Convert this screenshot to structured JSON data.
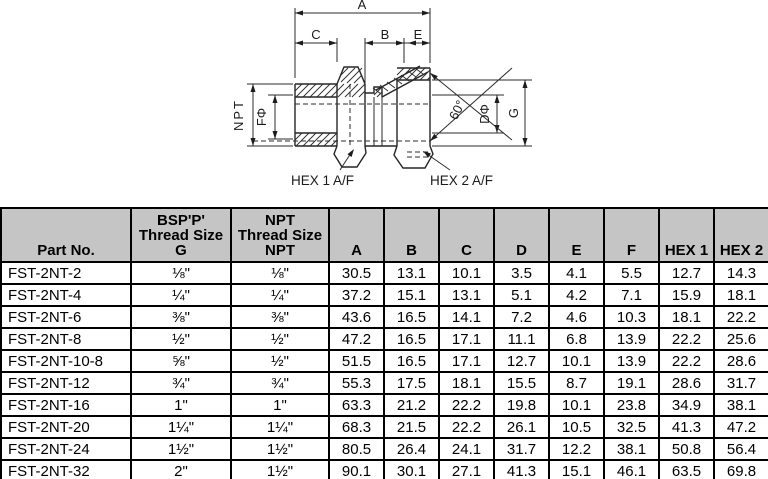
{
  "drawing": {
    "labels": {
      "a": "A",
      "b": "B",
      "c": "C",
      "e": "E",
      "npt": "NPT",
      "f_dia": "FΦ",
      "d_dia": "DΦ",
      "g": "G",
      "angle": "60°",
      "hex1": "HEX 1 A/F",
      "hex2": "HEX 2 A/F"
    }
  },
  "table": {
    "headers": [
      "Part No.",
      "BSP'P'\nThread Size\nG",
      "NPT\nThread Size\nNPT",
      "A",
      "B",
      "C",
      "D",
      "E",
      "F",
      "HEX 1",
      "HEX 2"
    ],
    "rows": [
      [
        "FST-2NT-2",
        "⅛\"",
        "⅛\"",
        "30.5",
        "13.1",
        "10.1",
        "3.5",
        "4.1",
        "5.5",
        "12.7",
        "14.3"
      ],
      [
        "FST-2NT-4",
        "¼\"",
        "¼\"",
        "37.2",
        "15.1",
        "13.1",
        "5.1",
        "4.2",
        "7.1",
        "15.9",
        "18.1"
      ],
      [
        "FST-2NT-6",
        "⅜\"",
        "⅜\"",
        "43.6",
        "16.5",
        "14.1",
        "7.2",
        "4.6",
        "10.3",
        "18.1",
        "22.2"
      ],
      [
        "FST-2NT-8",
        "½\"",
        "½\"",
        "47.2",
        "16.5",
        "17.1",
        "11.1",
        "6.8",
        "13.9",
        "22.2",
        "25.6"
      ],
      [
        "FST-2NT-10-8",
        "⅝\"",
        "½\"",
        "51.5",
        "16.5",
        "17.1",
        "12.7",
        "10.1",
        "13.9",
        "22.2",
        "28.6"
      ],
      [
        "FST-2NT-12",
        "¾\"",
        "¾\"",
        "55.3",
        "17.5",
        "18.1",
        "15.5",
        "8.7",
        "19.1",
        "28.6",
        "31.7"
      ],
      [
        "FST-2NT-16",
        "1\"",
        "1\"",
        "63.3",
        "21.2",
        "22.2",
        "19.8",
        "10.1",
        "23.8",
        "34.9",
        "38.1"
      ],
      [
        "FST-2NT-20",
        "1¼\"",
        "1¼\"",
        "68.3",
        "21.5",
        "22.2",
        "26.1",
        "10.5",
        "32.5",
        "41.3",
        "47.2"
      ],
      [
        "FST-2NT-24",
        "1½\"",
        "1½\"",
        "80.5",
        "26.4",
        "24.1",
        "31.7",
        "12.2",
        "38.1",
        "50.8",
        "56.4"
      ],
      [
        "FST-2NT-32",
        "2\"",
        "1½\"",
        "90.1",
        "30.1",
        "27.1",
        "41.3",
        "15.1",
        "46.1",
        "63.5",
        "69.8"
      ]
    ]
  }
}
